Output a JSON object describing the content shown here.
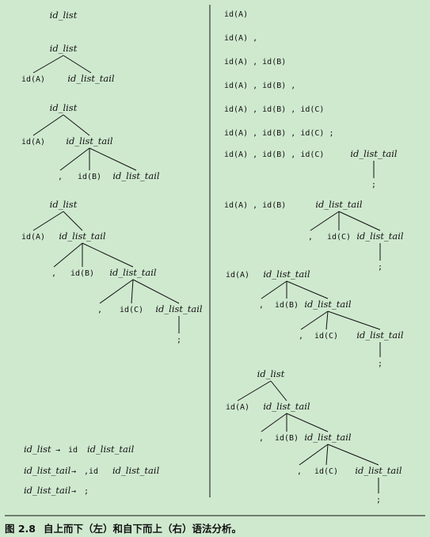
{
  "nonterminals": {
    "id_list": "id_list",
    "id_list_tail": "id_list_tail"
  },
  "terminals": {
    "id_A": "id(A)",
    "id_B": "id(B)",
    "id_C": "id(C)",
    "comma": ",",
    "semicolon": ";"
  },
  "right_column_strings": [
    "id(A)",
    "id(A) ,",
    "id(A) , id(B)",
    "id(A) , id(B) ,",
    "id(A) , id(B) , id(C)",
    "id(A) , id(B) , id(C) ;",
    "id(A) , id(B) , id(C)",
    "id(A) , id(B)"
  ],
  "grammar": [
    {
      "lhs": "id_list",
      "arrow": "→",
      "rhs_terminal": "id",
      "rhs_nonterminal": "id_list_tail"
    },
    {
      "lhs": "id_list_tail",
      "arrow": "→",
      "rhs_terminal": ",id",
      "rhs_nonterminal": "id_list_tail"
    },
    {
      "lhs": "id_list_tail",
      "arrow": "→",
      "rhs_terminal": ";",
      "rhs_nonterminal": ""
    }
  ],
  "caption": {
    "number": "图 2.8",
    "text": "自上而下（左）和自下而上（右）语法分析。"
  }
}
